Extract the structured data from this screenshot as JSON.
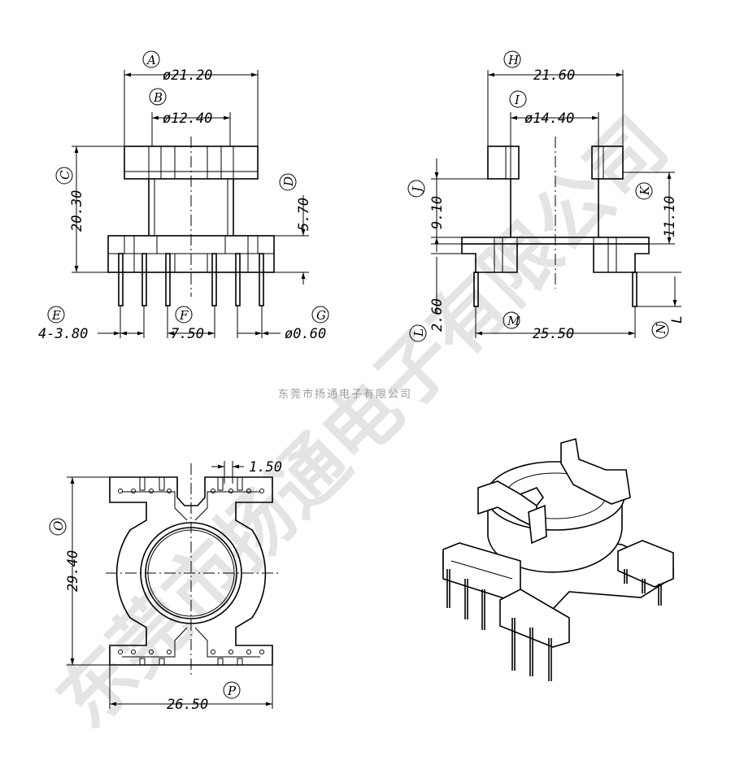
{
  "company_name": "东莞市扬通电子有限公司",
  "watermark": "东莞市扬通电子有限公司",
  "views": {
    "front": {
      "labels": {
        "a": "A",
        "b": "B",
        "c": "C",
        "d": "D",
        "e": "E",
        "f": "F",
        "g": "G"
      },
      "dims": {
        "a": "ø21.20",
        "b": "ø12.40",
        "c": "20.30",
        "d": "5.70",
        "e": "4-3.80",
        "f": "7.50",
        "g": "ø0.60"
      }
    },
    "side": {
      "labels": {
        "h": "H",
        "i": "I",
        "j": "J",
        "k": "K",
        "l": "L",
        "m": "M",
        "n": "N"
      },
      "dims": {
        "h": "21.60",
        "i": "ø14.40",
        "j": "9.10",
        "k": "11.10",
        "l": "2.60",
        "m": "25.50",
        "n": "L"
      }
    },
    "bottom": {
      "labels": {
        "o": "O",
        "p": "P"
      },
      "dims": {
        "slot": "1.50",
        "o": "29.40",
        "p": "26.50"
      }
    }
  },
  "colors": {
    "line": "#000000",
    "watermark": "#cfcfcf",
    "company": "#9a9a9a"
  }
}
